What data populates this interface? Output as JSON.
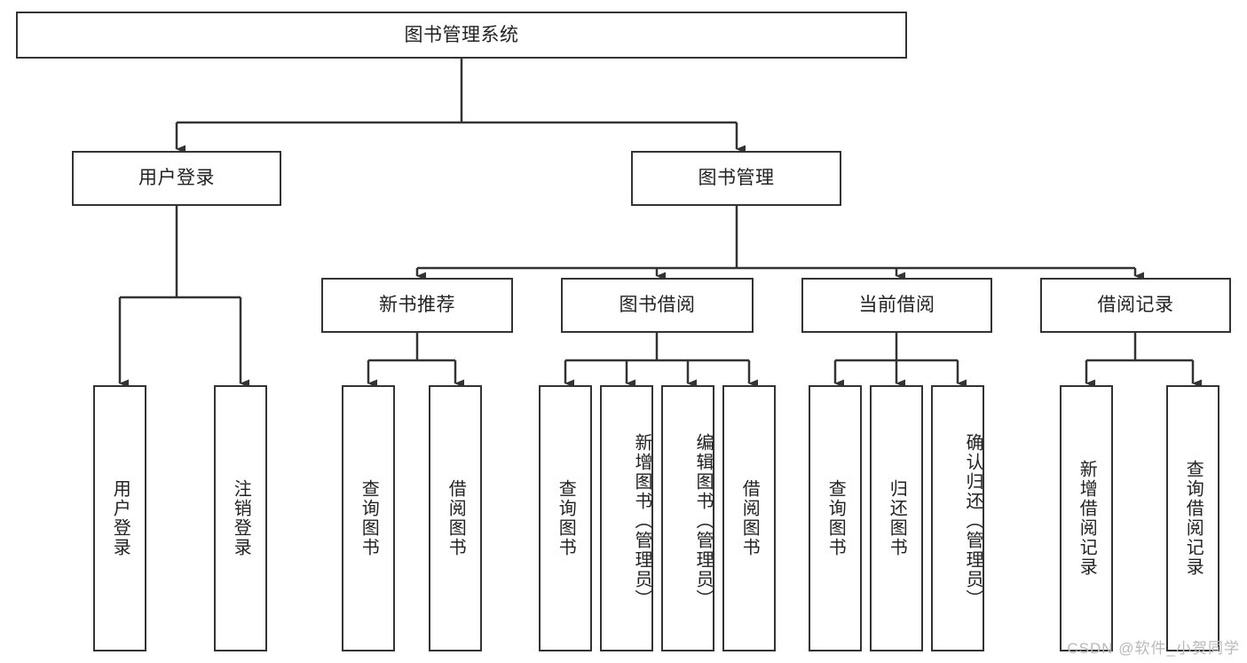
{
  "diagram": {
    "title": "图书管理系统",
    "type": "tree-hierarchy",
    "watermark": "CSDN @软件_小贺同学",
    "colors": {
      "stroke": "#333333",
      "fill": "#ffffff",
      "text": "#222222",
      "watermark": "#b9b9b9"
    },
    "root": {
      "label": "图书管理系统"
    },
    "level2": [
      {
        "label": "用户登录"
      },
      {
        "label": "图书管理"
      }
    ],
    "level3": [
      {
        "label": "新书推荐"
      },
      {
        "label": "图书借阅"
      },
      {
        "label": "当前借阅"
      },
      {
        "label": "借阅记录"
      }
    ],
    "leaves": {
      "user_login": [
        {
          "label": "用户登录"
        },
        {
          "label": "注销登录"
        }
      ],
      "new_book_recommend": [
        {
          "label": "查询图书"
        },
        {
          "label": "借阅图书"
        }
      ],
      "book_borrow": [
        {
          "label": "查询图书"
        },
        {
          "label": "新增图书（管理员）"
        },
        {
          "label": "编辑图书（管理员）"
        },
        {
          "label": "借阅图书"
        }
      ],
      "current_borrow": [
        {
          "label": "查询图书"
        },
        {
          "label": "归还图书"
        },
        {
          "label": "确认归还（管理员）"
        }
      ],
      "borrow_record": [
        {
          "label": "新增借阅记录"
        },
        {
          "label": "查询借阅记录"
        }
      ]
    }
  }
}
